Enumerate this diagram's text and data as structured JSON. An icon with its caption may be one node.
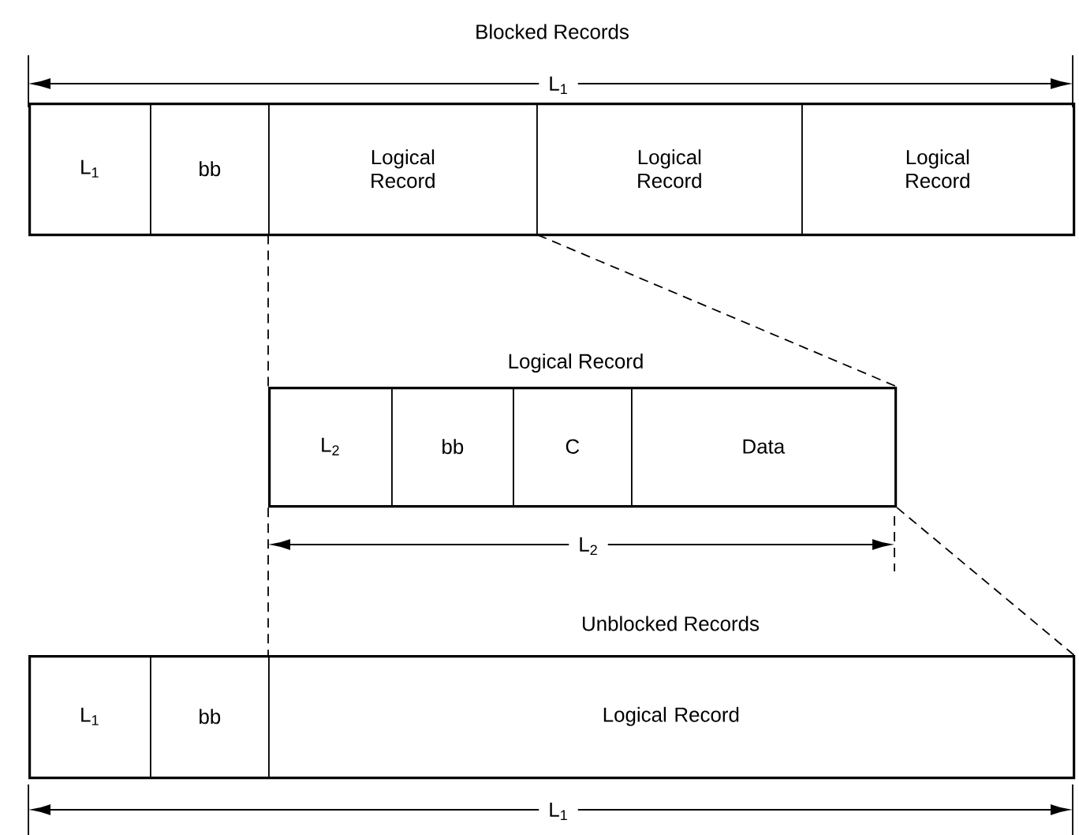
{
  "diagram": {
    "nodes": [
      {
        "text": [],
        "shape": "box"
      },
      {
        "text": [
          "L$_{1}$"
        ],
        "in": 0
      },
      {
        "text": [
          "bb"
        ],
        "in": 0
      },
      {
        "text": [
          "Logical Record"
        ],
        "in": 0
      },
      {
        "text": [
          "Logical Record"
        ],
        "in": 0
      },
      {
        "text": [
          "Logical Record"
        ],
        "in": 0
      },
      {
        "text": [],
        "shape": "box"
      },
      {
        "text": [
          "L$_{2}$"
        ],
        "in": 6
      },
      {
        "text": [
          "bb"
        ],
        "in": 6
      },
      {
        "text": [
          "C"
        ],
        "in": 6
      },
      {
        "text": [
          "Data"
        ],
        "in": 6
      },
      {
        "text": [],
        "shape": "box"
      },
      {
        "text": [
          "L$_{1}$"
        ],
        "in": 11
      },
      {
        "text": [
          "bb"
        ],
        "in": 11
      },
      {
        "text": [
          "Logical Record"
        ],
        "in": 11
      }
    ],
    "edges": [
      {
        "from": 3,
        "to": 6,
        "arrow": "none",
        "style": "dashed"
      },
      {
        "from": 3,
        "to": 6,
        "arrow": "none",
        "style": "dashed"
      },
      {
        "from": 6,
        "to": 14,
        "arrow": "none",
        "style": "dashed"
      },
      {
        "from": 6,
        "to": 14,
        "arrow": "none",
        "style": "dashed"
      }
    ],
    "labels": [
      "Blocked Records",
      "L$_{1}$",
      "Logical Record",
      "L$_{2}$",
      "Unblocked Records",
      "L$_{1}$"
    ]
  }
}
